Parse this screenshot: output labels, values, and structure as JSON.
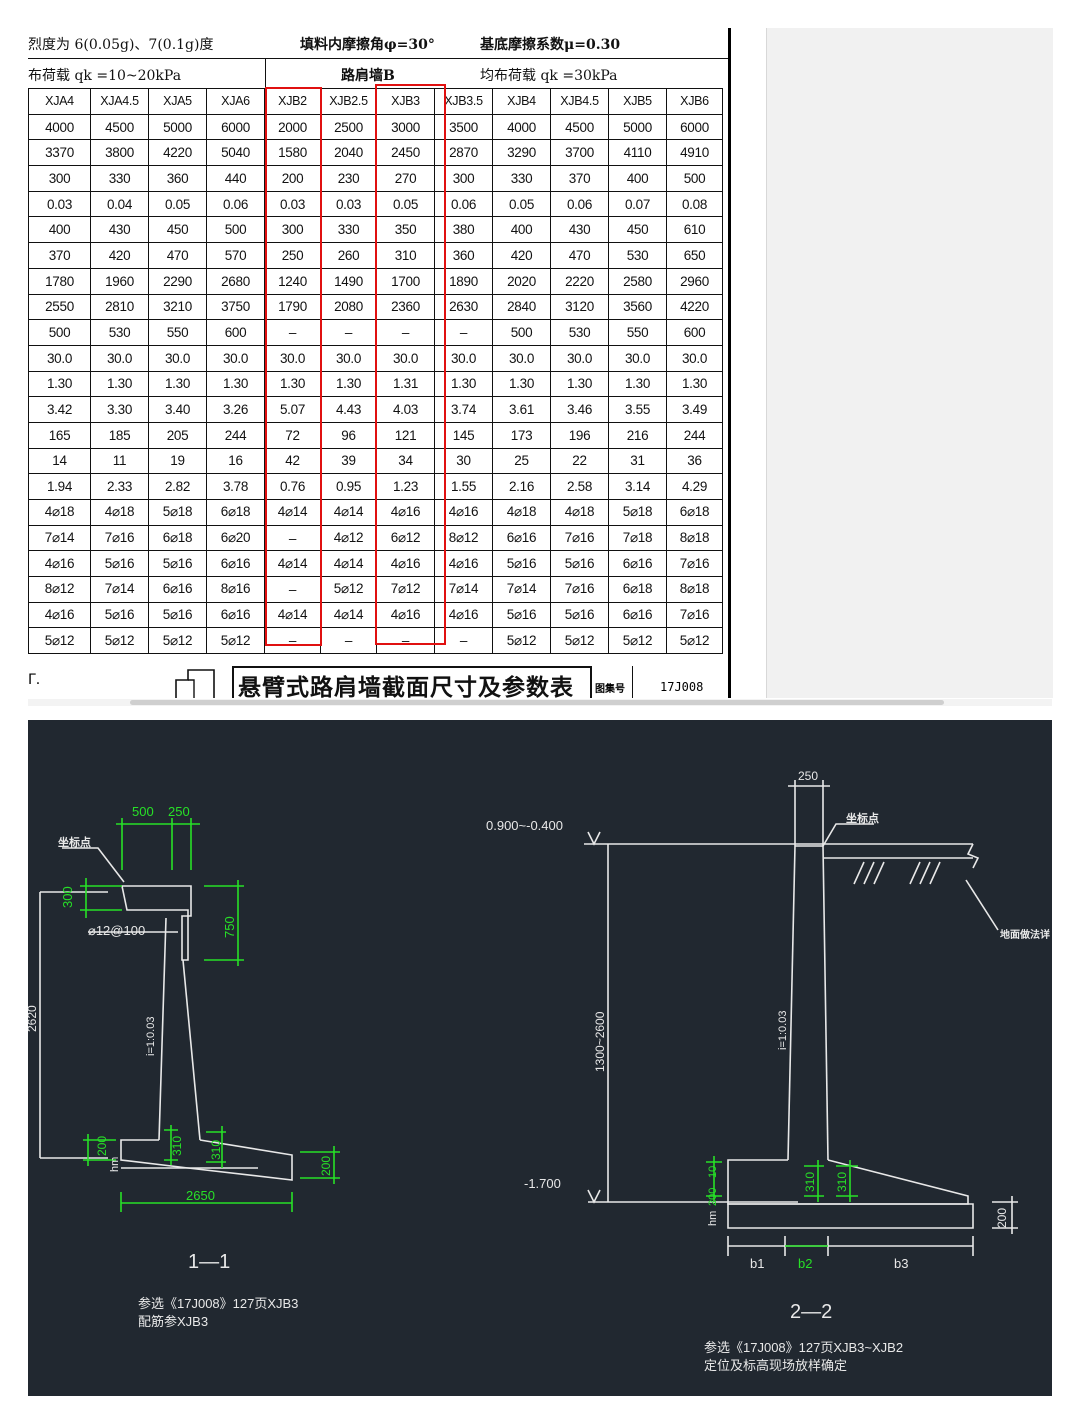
{
  "document": {
    "header_row1": {
      "seismic": "烈度为 6(0.05g)、7(0.1g)度",
      "friction_angle": "填料内摩擦角φ=30°",
      "base_friction": "基底摩擦系数μ=0.30"
    },
    "header_row2": {
      "load_a": "布荷载 qk =10~20kPa",
      "wall_b": "路肩墙B",
      "load_b": "均布荷载 qk =30kPa"
    },
    "columns": [
      "XJA4",
      "XJA4.5",
      "XJA5",
      "XJA6",
      "XJB2",
      "XJB2.5",
      "XJB3",
      "XJB3.5",
      "XJB4",
      "XJB4.5",
      "XJB5",
      "XJB6"
    ],
    "rows": [
      [
        "4000",
        "4500",
        "5000",
        "6000",
        "2000",
        "2500",
        "3000",
        "3500",
        "4000",
        "4500",
        "5000",
        "6000"
      ],
      [
        "3370",
        "3800",
        "4220",
        "5040",
        "1580",
        "2040",
        "2450",
        "2870",
        "3290",
        "3700",
        "4110",
        "4910"
      ],
      [
        "300",
        "330",
        "360",
        "440",
        "200",
        "230",
        "270",
        "300",
        "330",
        "370",
        "400",
        "500"
      ],
      [
        "0.03",
        "0.04",
        "0.05",
        "0.06",
        "0.03",
        "0.03",
        "0.05",
        "0.06",
        "0.05",
        "0.06",
        "0.07",
        "0.08"
      ],
      [
        "400",
        "430",
        "450",
        "500",
        "300",
        "330",
        "350",
        "380",
        "400",
        "430",
        "450",
        "610"
      ],
      [
        "370",
        "420",
        "470",
        "570",
        "250",
        "260",
        "310",
        "360",
        "420",
        "470",
        "530",
        "650"
      ],
      [
        "1780",
        "1960",
        "2290",
        "2680",
        "1240",
        "1490",
        "1700",
        "1890",
        "2020",
        "2220",
        "2580",
        "2960"
      ],
      [
        "2550",
        "2810",
        "3210",
        "3750",
        "1790",
        "2080",
        "2360",
        "2630",
        "2840",
        "3120",
        "3560",
        "4220"
      ],
      [
        "500",
        "530",
        "550",
        "600",
        "–",
        "–",
        "–",
        "–",
        "500",
        "530",
        "550",
        "600"
      ],
      [
        "30.0",
        "30.0",
        "30.0",
        "30.0",
        "30.0",
        "30.0",
        "30.0",
        "30.0",
        "30.0",
        "30.0",
        "30.0",
        "30.0"
      ],
      [
        "1.30",
        "1.30",
        "1.30",
        "1.30",
        "1.30",
        "1.30",
        "1.31",
        "1.30",
        "1.30",
        "1.30",
        "1.30",
        "1.30"
      ],
      [
        "3.42",
        "3.30",
        "3.40",
        "3.26",
        "5.07",
        "4.43",
        "4.03",
        "3.74",
        "3.61",
        "3.46",
        "3.55",
        "3.49"
      ],
      [
        "165",
        "185",
        "205",
        "244",
        "72",
        "96",
        "121",
        "145",
        "173",
        "196",
        "216",
        "244"
      ],
      [
        "14",
        "11",
        "19",
        "16",
        "42",
        "39",
        "34",
        "30",
        "25",
        "22",
        "31",
        "36"
      ],
      [
        "1.94",
        "2.33",
        "2.82",
        "3.78",
        "0.76",
        "0.95",
        "1.23",
        "1.55",
        "2.16",
        "2.58",
        "3.14",
        "4.29"
      ],
      [
        "4⌀18",
        "4⌀18",
        "5⌀18",
        "6⌀18",
        "4⌀14",
        "4⌀14",
        "4⌀16",
        "4⌀16",
        "4⌀18",
        "4⌀18",
        "5⌀18",
        "6⌀18"
      ],
      [
        "7⌀14",
        "7⌀16",
        "6⌀18",
        "6⌀20",
        "–",
        "4⌀12",
        "6⌀12",
        "8⌀12",
        "6⌀16",
        "7⌀16",
        "7⌀18",
        "8⌀18"
      ],
      [
        "4⌀16",
        "5⌀16",
        "5⌀16",
        "6⌀16",
        "4⌀14",
        "4⌀14",
        "4⌀16",
        "4⌀16",
        "5⌀16",
        "5⌀16",
        "6⌀16",
        "7⌀16"
      ],
      [
        "8⌀12",
        "7⌀14",
        "6⌀16",
        "8⌀16",
        "–",
        "5⌀12",
        "7⌀12",
        "7⌀14",
        "7⌀14",
        "7⌀16",
        "6⌀18",
        "8⌀18"
      ],
      [
        "4⌀16",
        "5⌀16",
        "5⌀16",
        "6⌀16",
        "4⌀14",
        "4⌀14",
        "4⌀16",
        "4⌀16",
        "5⌀16",
        "5⌀16",
        "6⌀16",
        "7⌀16"
      ],
      [
        "5⌀12",
        "5⌀12",
        "5⌀12",
        "5⌀12",
        "–",
        "–",
        "–",
        "–",
        "5⌀12",
        "5⌀12",
        "5⌀12",
        "5⌀12"
      ]
    ],
    "highlight_color": "#e01010",
    "footer": {
      "note": "Γ.",
      "title": "悬臂式路肩墙截面尺寸及参数表",
      "atlas_label": "图集号",
      "atlas_number": "17J008"
    }
  },
  "cad": {
    "background": "#212830",
    "line_color": "#e8e8e8",
    "dim_color": "#27e027",
    "section_1": {
      "name": "1—1",
      "coord_label": "坐标点",
      "dim_top_a": "500",
      "dim_top_b": "250",
      "dim_300": "300",
      "dim_750": "750",
      "rebar": "⌀12@100",
      "slope": "i=1:0.03",
      "height": "2620",
      "dim_200": "200",
      "dim_310a": "310",
      "dim_310b": "310",
      "dim_200b": "200",
      "hm": "hm",
      "width": "2650",
      "note1": "参选《17J008》127页XJB3",
      "note2": "配筋参XJB3"
    },
    "section_2": {
      "name": "2—2",
      "dim_top": "250",
      "coord_label": "坐标点",
      "elev_top": "0.900~-0.400",
      "ground_label": "地面做法详",
      "height": "1300~2600",
      "slope": "i=1:0.03",
      "elev_bottom": "-1.700",
      "dim_10": "10",
      "dim_200": "200",
      "hm": "hm",
      "dim_310a": "310",
      "dim_310b": "310",
      "dim_200b": "200",
      "b1": "b1",
      "b2": "b2",
      "b3": "b3",
      "note1": "参选《17J008》127页XJB3~XJB2",
      "note2": "定位及标高现场放样确定"
    }
  }
}
